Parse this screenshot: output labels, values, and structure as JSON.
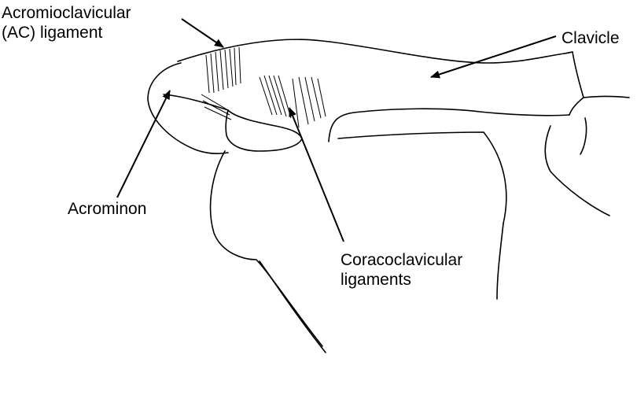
{
  "labels": {
    "ac_ligament": {
      "line1": "Acromioclavicular",
      "line2": "(AC) ligament"
    },
    "clavicle": "Clavicle",
    "acromion": "Acrominon",
    "coracoclavicular": {
      "line1": "Coracoclavicular",
      "line2": "ligaments"
    }
  },
  "colors": {
    "ink": "#000000",
    "background": "#ffffff"
  }
}
